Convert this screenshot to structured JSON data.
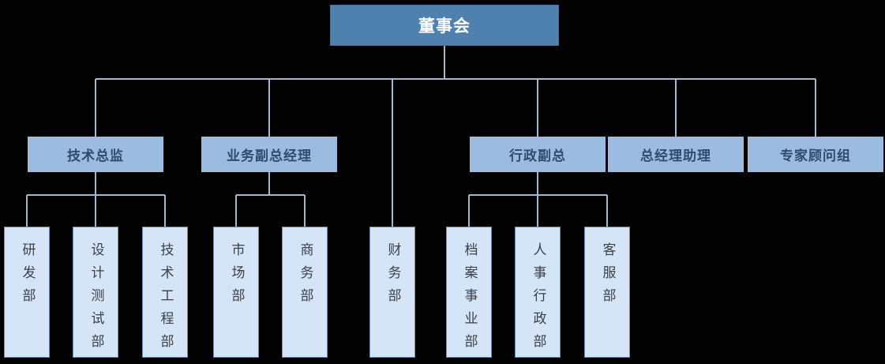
{
  "org": {
    "root": {
      "label": "董事会",
      "children": [
        {
          "label": "技术总监",
          "children": [
            {
              "label": "研发部"
            },
            {
              "label": "设计测试部"
            },
            {
              "label": "技术工程部"
            }
          ]
        },
        {
          "label": "业务副总经理",
          "children": [
            {
              "label": "市场部"
            },
            {
              "label": "商务部"
            }
          ]
        },
        {
          "label": "财务部",
          "children": []
        },
        {
          "label": "行政副总",
          "children": [
            {
              "label": "档案事业部"
            },
            {
              "label": "人事行政部"
            },
            {
              "label": "客服部"
            }
          ]
        },
        {
          "label": "总经理助理",
          "children": []
        },
        {
          "label": "专家顾问组",
          "children": []
        }
      ]
    },
    "colors": {
      "background": "#000000",
      "root_fill": "#4E81AE",
      "root_border": "#41719C",
      "root_text": "#FFFFFF",
      "level2_fill": "#9BBCE0",
      "level2_text": "#2F4D6A",
      "department_fill": "#D4E5F7",
      "department_border": "#6A8CB4",
      "department_text": "#3C4146",
      "connector": "#A0B8D0"
    }
  }
}
